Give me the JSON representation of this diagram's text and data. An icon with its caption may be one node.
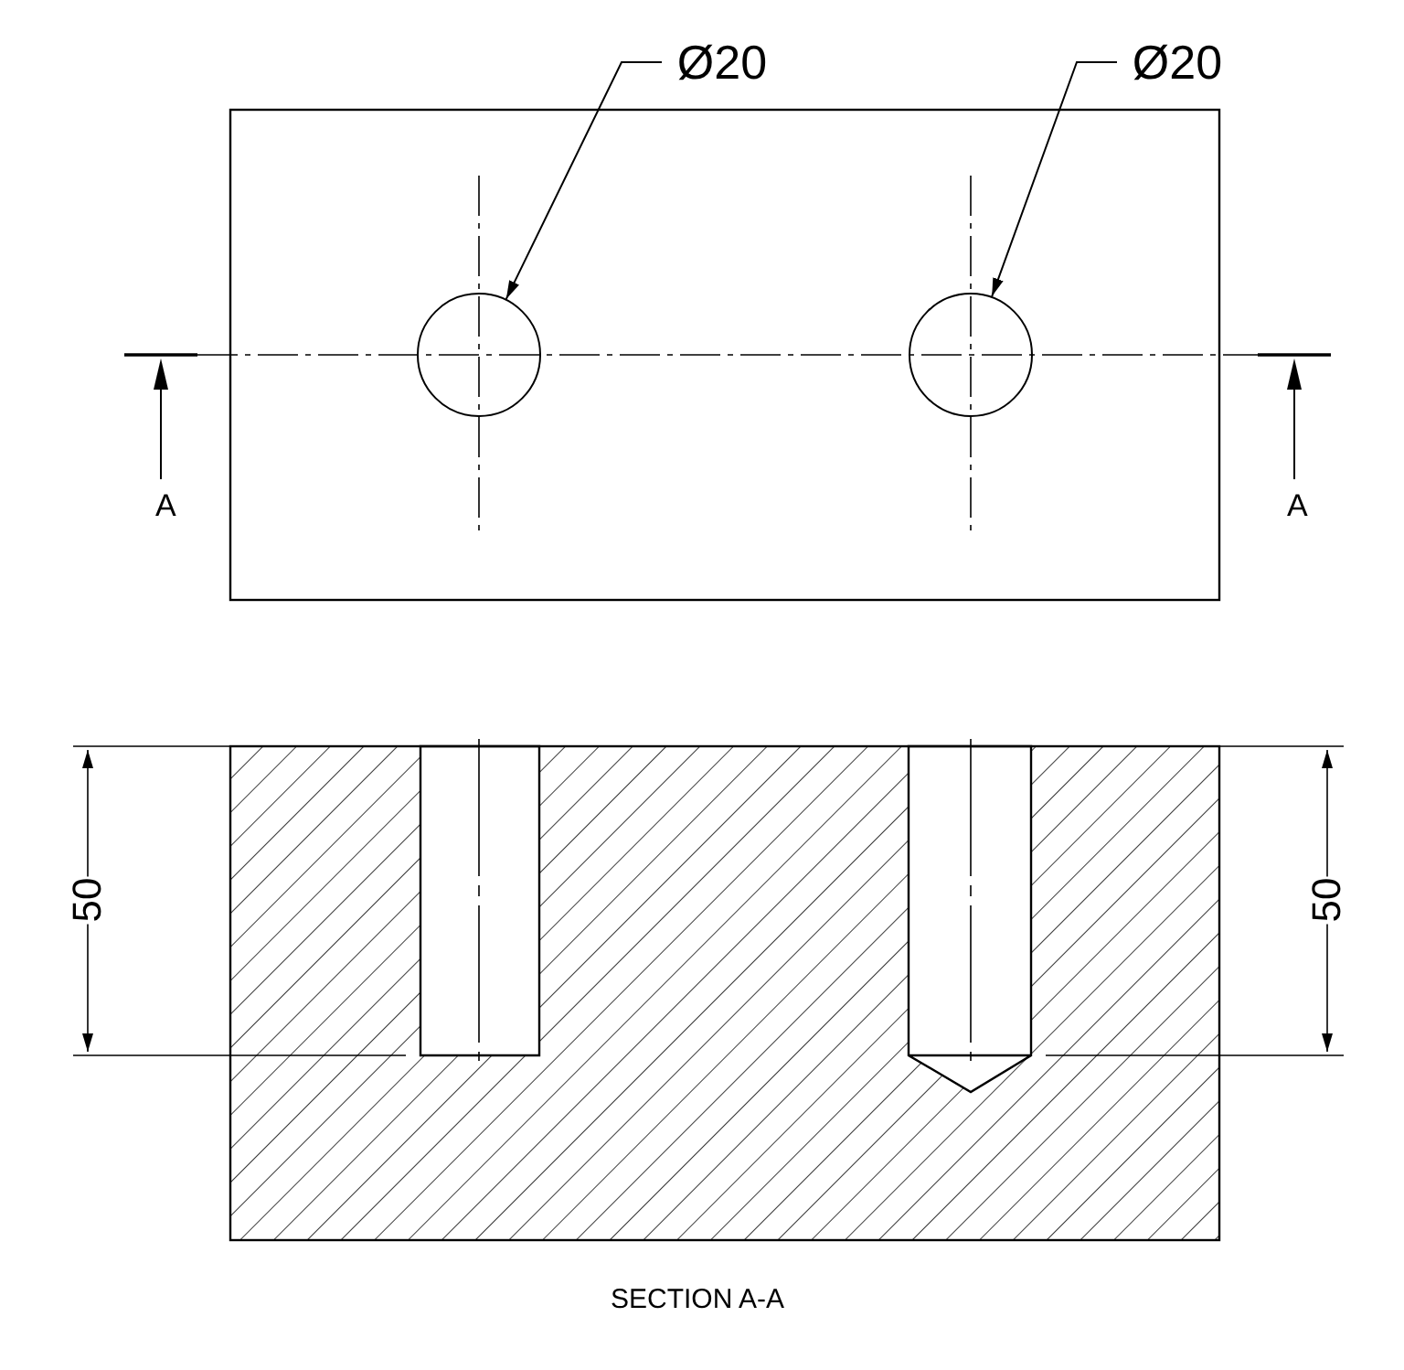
{
  "diagram": {
    "caption": "SECTION A-A",
    "nodes": [
      {
        "text": [
          "Ø20"
        ]
      },
      {
        "text": [],
        "shape": "circle"
      },
      {
        "text": [
          "Ø20"
        ]
      },
      {
        "text": [],
        "shape": "circle"
      }
    ],
    "edges": [
      {
        "from": 0,
        "to": 1,
        "arrow": "to"
      },
      {
        "from": 2,
        "to": 3,
        "arrow": "to"
      }
    ],
    "labels": [
      "A",
      "A",
      "50",
      "50"
    ]
  }
}
